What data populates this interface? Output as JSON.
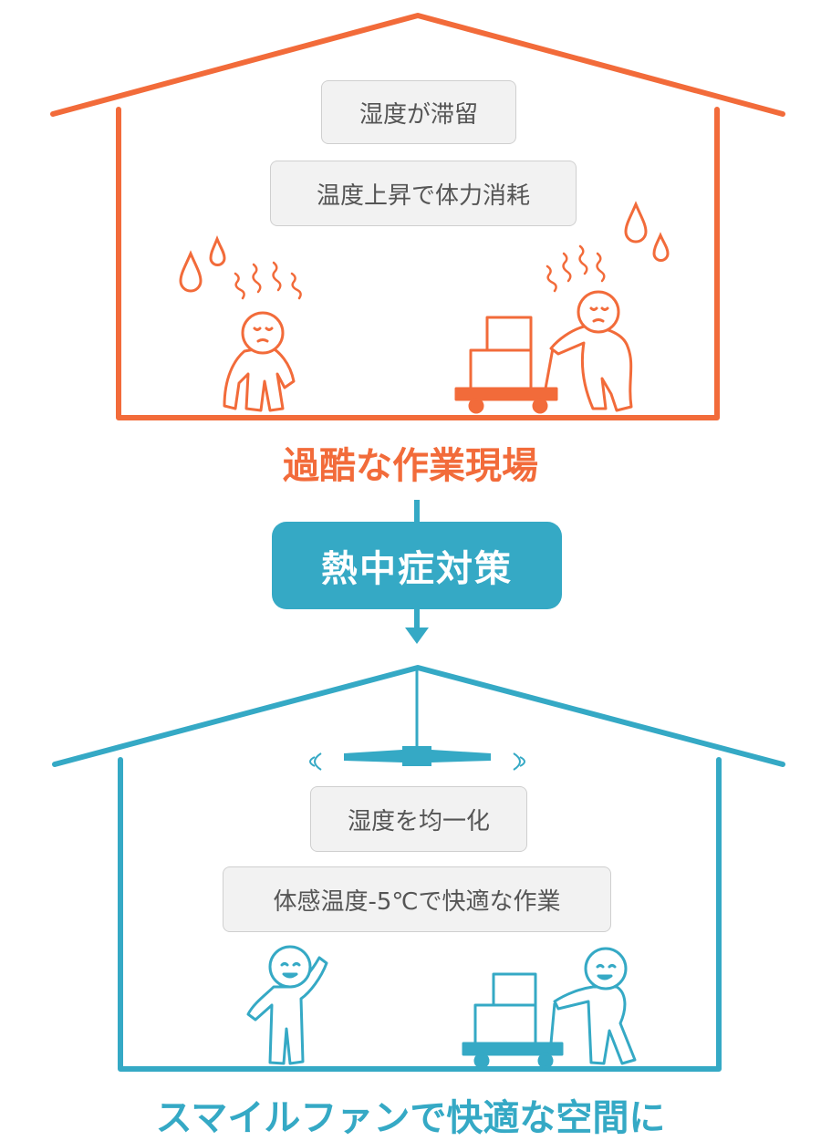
{
  "colors": {
    "hot": "#f26b3a",
    "cool": "#35a9c5",
    "pill_bg": "#f2f2f2",
    "pill_text": "#555555"
  },
  "top_house": {
    "labels": [
      "湿度が滞留",
      "温度上昇で体力消耗"
    ],
    "caption": "過酷な作業現場"
  },
  "center": {
    "label": "熱中症対策"
  },
  "bottom_house": {
    "labels": [
      "湿度を均一化",
      "体感温度-5℃で快適な作業"
    ],
    "caption": "スマイルファンで快適な空間に"
  }
}
